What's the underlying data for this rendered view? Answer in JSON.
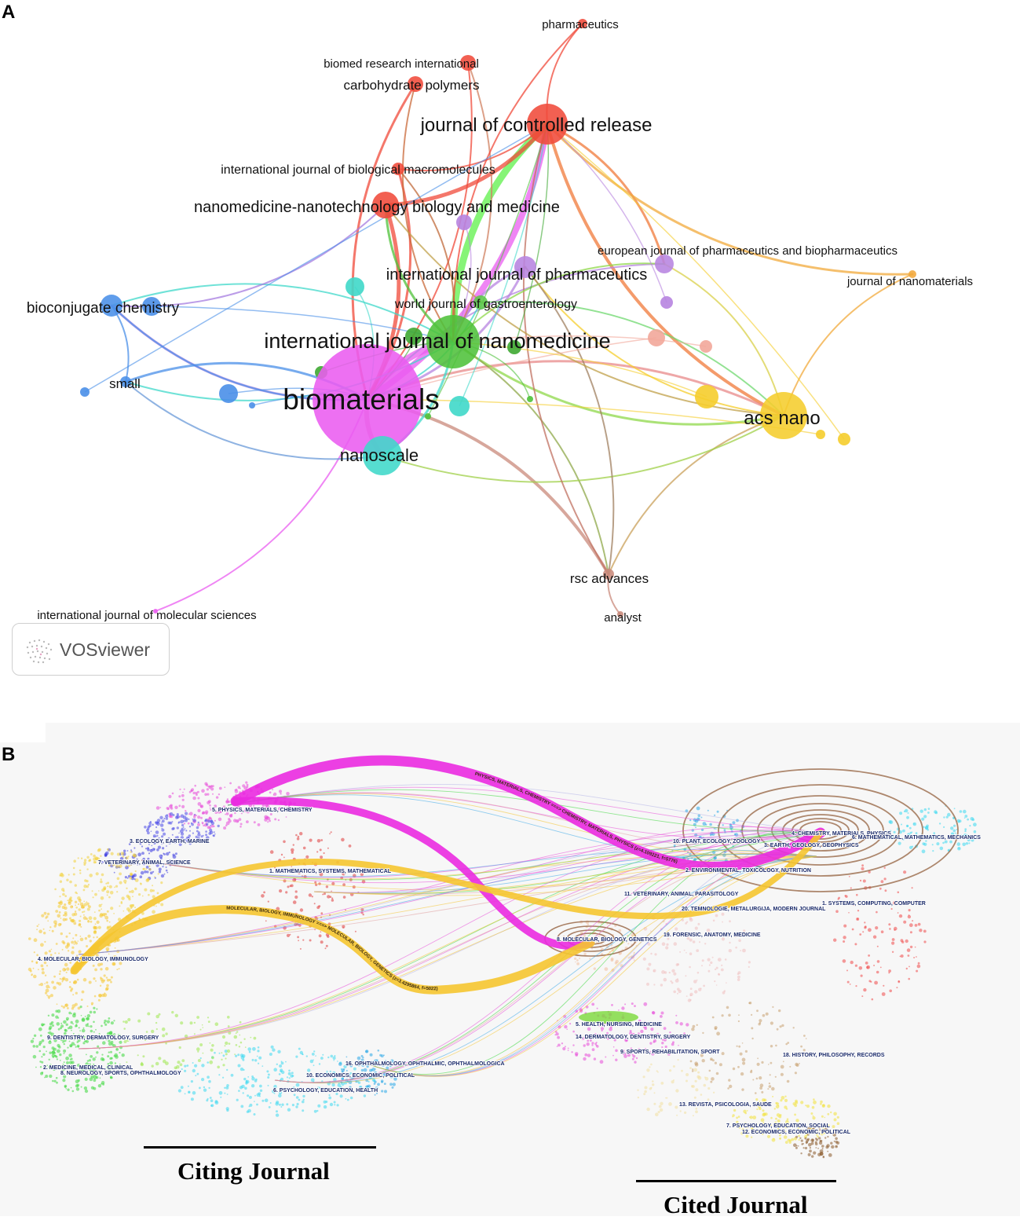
{
  "panel_a": {
    "letter": "A",
    "software_label": "VOSviewer",
    "nodes": [
      {
        "label": "pharmaceutics",
        "size": 6,
        "color": "#f04a3a"
      },
      {
        "label": "biomed research international",
        "size": 10,
        "color": "#f04a3a"
      },
      {
        "label": "carbohydrate polymers",
        "size": 10,
        "color": "#f04a3a"
      },
      {
        "label": "journal of controlled release",
        "size": 26,
        "color": "#f04a3a"
      },
      {
        "label": "international journal of biological macromolecules",
        "size": 8,
        "color": "#f04a3a"
      },
      {
        "label": "nanomedicine-nanotechnology biology and medicine",
        "size": 17,
        "color": "#f04a3a"
      },
      {
        "label": "european journal of pharmaceutics and biopharmaceutics",
        "size": 12,
        "color": "#b784e0"
      },
      {
        "label": "journal of nanomaterials",
        "size": 5,
        "color": "#f2a93b"
      },
      {
        "label": "international journal of pharmaceutics",
        "size": 14,
        "color": "#b784e0"
      },
      {
        "label": "bioconjugate chemistry",
        "size": 14,
        "color": "#4a8fe8"
      },
      {
        "label": "world journal of gastroenterology",
        "size": 9,
        "color": "#5cc74a"
      },
      {
        "label": "international journal of nanomedicine",
        "size": 34,
        "color": "#4fc23a"
      },
      {
        "label": "small",
        "size": 7,
        "color": "#4a8fe8"
      },
      {
        "label": "biomaterials",
        "size": 70,
        "color": "#ea5cf0"
      },
      {
        "label": "acs nano",
        "size": 30,
        "color": "#f5cd2c"
      },
      {
        "label": "nanoscale",
        "size": 25,
        "color": "#3fd8c9"
      },
      {
        "label": "rsc advances",
        "size": 7,
        "color": "#c98a7b"
      },
      {
        "label": "analyst",
        "size": 4,
        "color": "#c98a7b"
      },
      {
        "label": "international journal of molecular sciences",
        "size": 3,
        "color": "#ea5cf0"
      }
    ]
  },
  "panel_b": {
    "letter": "B",
    "citing_title": "Citing Journal",
    "cited_title": "Cited Journal",
    "citing_clusters": [
      {
        "label": "5. PHYSICS, MATERIALS, CHEMISTRY",
        "color": "#e84ad8"
      },
      {
        "label": "3. ECOLOGY, EARTH, MARINE",
        "color": "#3a3ae0"
      },
      {
        "label": "7. VETERINARY, ANIMAL, SCIENCE",
        "color": "#f2d23a"
      },
      {
        "label": "1. MATHEMATICS, SYSTEMS, MATHEMATICAL",
        "color": "#e03a3a"
      },
      {
        "label": "4. MOLECULAR, BIOLOGY, IMMUNOLOGY",
        "color": "#f5c730"
      },
      {
        "label": "9. DENTISTRY, DERMATOLOGY, SURGERY",
        "color": "#3ad83a"
      },
      {
        "label": "2. MEDICINE, MEDICAL, CLINICAL",
        "color": "#3ad83a"
      },
      {
        "label": "8. NEUROLOGY, SPORTS, OPHTHALMOLOGY",
        "color": "#3ad83a"
      },
      {
        "label": "16. OPHTHALMOLOGY, OPHTHALMIC, OPHTHALMOLOGICA",
        "color": "#2aa8e8"
      },
      {
        "label": "10. ECONOMICS, ECONOMIC, POLITICAL",
        "color": "#2aa8e8"
      },
      {
        "label": "6. PSYCHOLOGY, EDUCATION, HEALTH",
        "color": "#3ad8f0"
      }
    ],
    "cited_clusters": [
      {
        "label": "4. CHEMISTRY, MATERIALS, PHYSICS",
        "color": "#e84ad8"
      },
      {
        "label": "10. PLANT, ECOLOGY, ZOOLOGY",
        "color": "#2aa8e8"
      },
      {
        "label": "3. EARTH, GEOLOGY, GEOPHYSICS",
        "color": "#3a3ae0"
      },
      {
        "label": "6. MATHEMATICAL, MATHEMATICS, MECHANICS",
        "color": "#3ad8f0"
      },
      {
        "label": "2. ENVIRONMENTAL, TOXICOLOGY, NUTRITION",
        "color": "#f2d23a"
      },
      {
        "label": "11. VETERINARY, ANIMAL, PARASITOLOGY",
        "color": "#f2d23a"
      },
      {
        "label": "1. SYSTEMS, COMPUTING, COMPUTER",
        "color": "#e03a3a"
      },
      {
        "label": "20. TEMNOLOGIE, METALURGIJA, MODERN JOURNAL",
        "color": "#999999"
      },
      {
        "label": "8. MOLECULAR, BIOLOGY, GENETICS",
        "color": "#c98a4b"
      },
      {
        "label": "19. FORENSIC, ANATOMY, MEDICINE",
        "color": "#999999"
      },
      {
        "label": "5. HEALTH, NURSING, MEDICINE",
        "color": "#e84ad8"
      },
      {
        "label": "14. DERMATOLOGY, DENTISTRY, SURGERY",
        "color": "#3ad83a"
      },
      {
        "label": "9. SPORTS, REHABILITATION, SPORT",
        "color": "#f2d23a"
      },
      {
        "label": "18. HISTORY, PHILOSOPHY, RECORDS",
        "color": "#8a5a2a"
      },
      {
        "label": "13. REVISTA, PSICOLOGIA, SAUDE",
        "color": "#e84ad8"
      },
      {
        "label": "7. PSYCHOLOGY, EDUCATION, SOCIAL",
        "color": "#f2d23a"
      },
      {
        "label": "12. ECONOMICS, ECONOMIC, POLITICAL",
        "color": "#8a5a2a"
      }
    ],
    "flows": [
      {
        "label": "PHYSICS, MATERIALS, CHEMISTRY ===> CHEMISTRY, MATERIALS, PHYSICS (z=4.109221, f=5776)",
        "color": "#ea2ae0"
      },
      {
        "label": "PHYSICS, MATERIALS, CHEMISTRY ===> MOLECULAR, BIOLOGY, GENETICS",
        "color": "#ea2ae0"
      },
      {
        "label": "MOLECULAR, BIOLOGY, IMMUNOLOGY ===> MOLECULAR, BIOLOGY, GENETICS (z=3.4295864, f=5022)",
        "color": "#f5c530"
      },
      {
        "label": "MOLECULAR, BIOLOGY, IMMUNOLOGY ===> CHEMISTRY, MATERIALS, PHYSICS",
        "color": "#f5c530"
      }
    ]
  }
}
